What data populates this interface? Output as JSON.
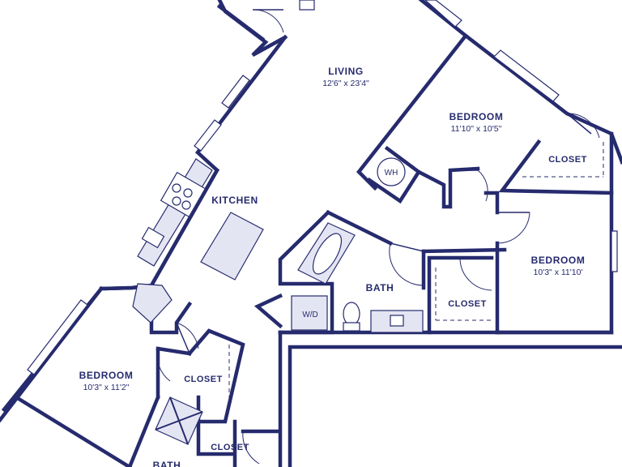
{
  "colors": {
    "wall": "#262b6e",
    "fixture_fill": "#e4e5f2",
    "background": "#ffffff"
  },
  "rooms": {
    "living": {
      "name": "LIVING",
      "dims": "12'6\" x 23'4\""
    },
    "kitchen": {
      "name": "KITCHEN"
    },
    "bedroom_a": {
      "name": "BEDROOM",
      "dims": "11'10\" x 10'5\""
    },
    "bedroom_b": {
      "name": "BEDROOM",
      "dims": "10'3\" x 11'10'"
    },
    "bedroom_c": {
      "name": "BEDROOM",
      "dims": "10'3\" x 11'2\""
    },
    "bath_main": {
      "name": "BATH"
    },
    "bath_lower": {
      "name": "BATH"
    },
    "closet_a": {
      "name": "CLOSET"
    },
    "closet_b": {
      "name": "CLOSET"
    },
    "closet_c": {
      "name": "CLOSET"
    },
    "closet_d": {
      "name": "CLOSET"
    }
  },
  "fixtures": {
    "water_heater": "WH",
    "washer_dryer": "W/D"
  }
}
